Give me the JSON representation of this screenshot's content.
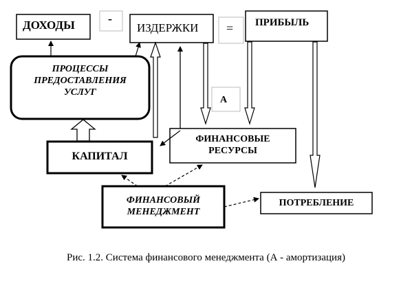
{
  "nodes": {
    "income": "ДОХОДЫ",
    "minus": "-",
    "costs": "ИЗДЕРЖКИ",
    "equals": "=",
    "profit": "ПРИБЫЛЬ",
    "processes": [
      "ПРОЦЕССЫ",
      "ПРЕДОСТАВЛЕНИЯ",
      "УСЛУГ"
    ],
    "amort": "А",
    "fin_resources": [
      "ФИНАНСОВЫЕ",
      "РЕСУРСЫ"
    ],
    "capital": "КАПИТАЛ",
    "fin_management": [
      "ФИНАНСОВЫЙ",
      "МЕНЕДЖМЕНТ"
    ],
    "consumption": "ПОТРЕБЛЕНИЕ"
  },
  "caption": "Рис. 1.2. Система финансового менеджмента  (А - амортизация)"
}
